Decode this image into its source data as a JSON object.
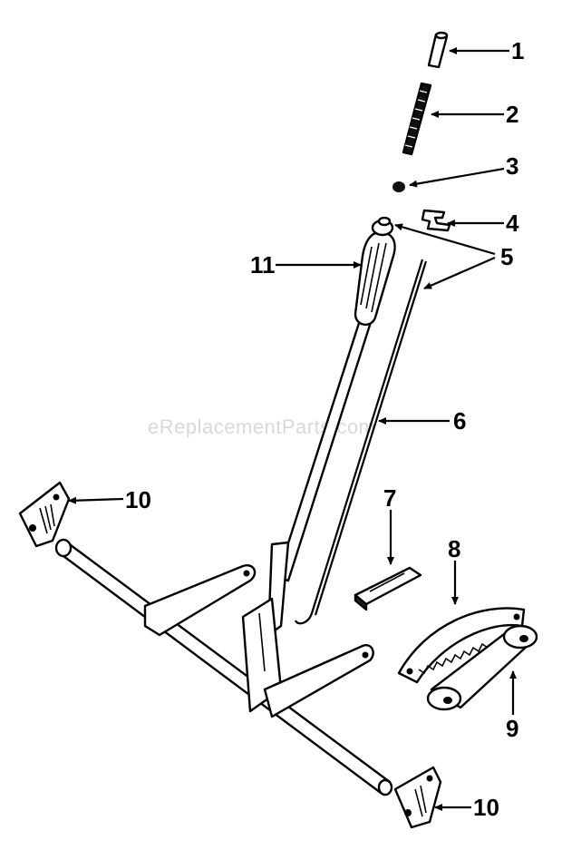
{
  "watermark": "eReplacementParts.com",
  "callouts": {
    "c1": "1",
    "c2": "2",
    "c3": "3",
    "c4": "4",
    "c5": "5",
    "c6": "6",
    "c7": "7",
    "c8": "8",
    "c9": "9",
    "c10a": "10",
    "c10b": "10",
    "c11": "11"
  }
}
